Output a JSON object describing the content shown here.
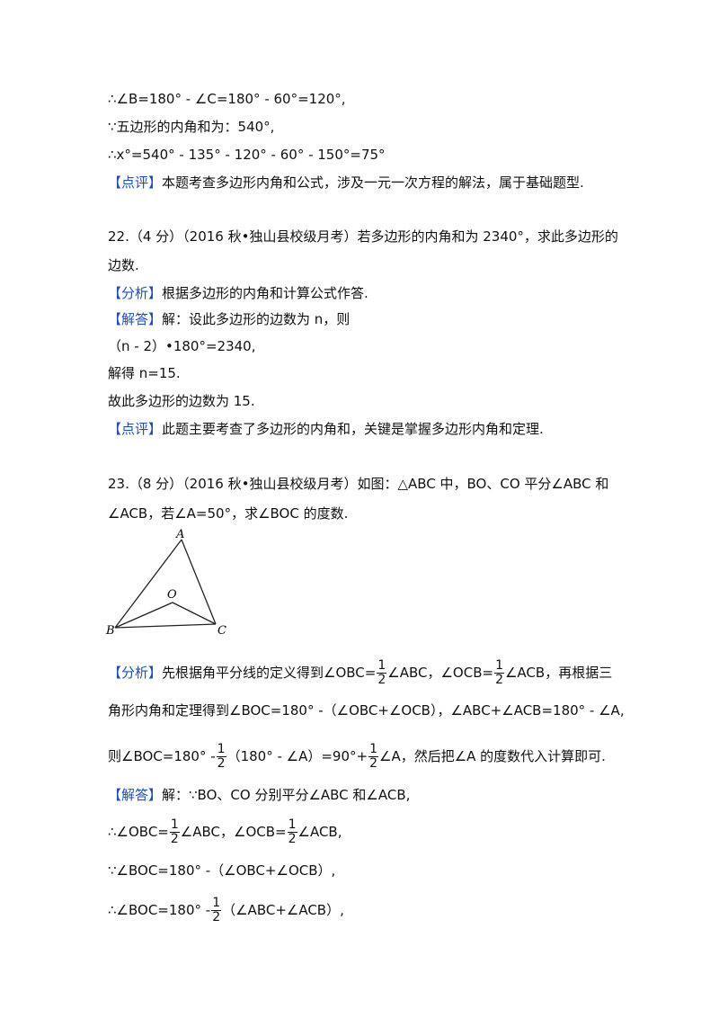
{
  "lines": {
    "l1": "∴∠B=180° - ∠C=180° - 60°=120°,",
    "l2": "∵五边形的内角和为：540°,",
    "l3": "∴x°=540° - 135° - 120° - 60° - 150°=75°",
    "l4_tag": "【点评】",
    "l4_text": "本题考查多边形内角和公式，涉及一元一次方程的解法，属于基础题型.",
    "q22_a": "22.（4 分）（2016 秋•独山县校级月考）若多边形的内角和为 2340°，求此多边形的",
    "q22_b": "边数.",
    "q22_fx_tag": "【分析】",
    "q22_fx_text": "根据多边形的内角和计算公式作答.",
    "q22_jd_tag": "【解答】",
    "q22_jd_text": "解：设此多边形的边数为 n，则",
    "q22_eq1": "（n - 2）•180°=2340,",
    "q22_eq2": "解得 n=15.",
    "q22_eq3": "故此多边形的边数为 15.",
    "q22_dp_tag": "【点评】",
    "q22_dp_text": "此题主要考查了多边形的内角和，关键是掌握多边形内角和定理.",
    "q23_a": "23.（8 分）（2016 秋•独山县校级月考）如图：△ABC 中，BO、CO 平分∠ABC 和",
    "q23_b": "∠ACB，若∠A=50°，求∠BOC 的度数.",
    "fx_tag": "【分析】",
    "fx1_a": "先根据角平分线的定义得到∠OBC=",
    "fx1_b": "∠ABC，∠OCB=",
    "fx1_c": "∠ACB，再根据三",
    "fx2": "角形内角和定理得到∠BOC=180° -（∠OBC+∠OCB），∠ABC+∠ACB=180° - ∠A,",
    "fx3_a": "则∠BOC=180° -",
    "fx3_b": "（180° - ∠A）=90°+",
    "fx3_c": "∠A，然后把∠A 的度数代入计算即可.",
    "jd_tag": "【解答】",
    "jd1": "解：∵BO、CO 分别平分∠ABC 和∠ACB,",
    "jd2_a": "∴∠OBC=",
    "jd2_b": "∠ABC，∠OCB=",
    "jd2_c": "∠ACB,",
    "jd3": "∵∠BOC=180° -（∠OBC+∠OCB）,",
    "jd4_a": "∴∠BOC=180° -",
    "jd4_b": "（∠ABC+∠ACB）,"
  },
  "frac": {
    "num": "1",
    "den": "2"
  },
  "figure": {
    "A": "A",
    "B": "B",
    "C": "C",
    "O": "O"
  },
  "colors": {
    "tag": "#1f4fb4"
  }
}
